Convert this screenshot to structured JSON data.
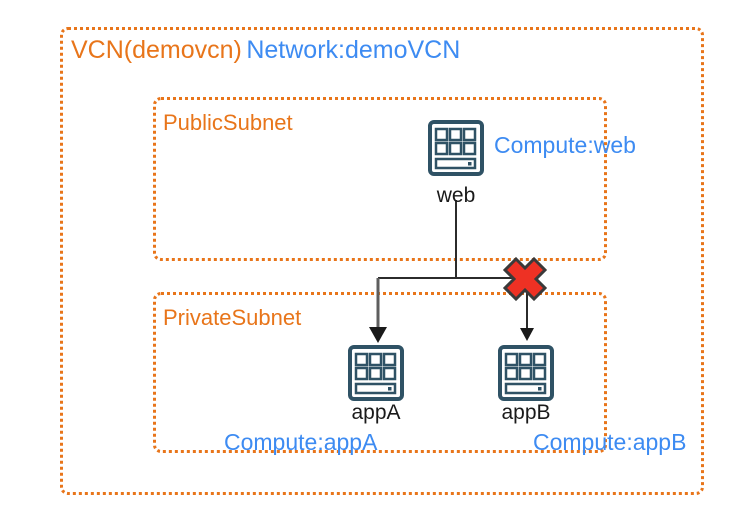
{
  "diagram": {
    "title": {
      "vcn_label": "VCN(demovcn)",
      "network_label": "Network:demoVCN",
      "vcn_color": "#E8751A",
      "network_color": "#3D8BF2"
    },
    "subnets": [
      {
        "id": "public",
        "label": "PublicSubnet",
        "color": "#E8751A"
      },
      {
        "id": "private",
        "label": "PrivateSubnet",
        "color": "#E8751A"
      }
    ],
    "nodes": [
      {
        "id": "web",
        "name": "web",
        "icon": "compute-icon",
        "tag": "Compute:web",
        "subnet": "public",
        "name_color": "#1A1A1A",
        "tag_color": "#3D8BF2"
      },
      {
        "id": "appA",
        "name": "appA",
        "icon": "compute-icon",
        "tag": "Compute:appA",
        "subnet": "private",
        "name_color": "#1A1A1A",
        "tag_color": "#3D8BF2"
      },
      {
        "id": "appB",
        "name": "appB",
        "icon": "compute-icon",
        "tag": "Compute:appB",
        "subnet": "private",
        "name_color": "#1A1A1A",
        "tag_color": "#3D8BF2"
      }
    ],
    "connections": [
      {
        "id": "web-to-appA",
        "from": "web",
        "to": "appA",
        "blocked": false,
        "color": "#5E5E5E"
      },
      {
        "id": "web-to-appB",
        "from": "web",
        "to": "appB",
        "blocked": true,
        "color": "#2B2B2B"
      }
    ],
    "markers": [
      {
        "id": "blocked-marker",
        "icon": "x-mark-icon",
        "fill": "#EE3124",
        "stroke": "#3A3A3A",
        "on_connection": "web-to-appB"
      }
    ],
    "palette": {
      "border_orange": "#E8751A",
      "text_blue": "#3D8BF2",
      "icon_dark": "#2F5265",
      "icon_fill": "#FFFFFF",
      "background": "#FFFFFF"
    }
  }
}
